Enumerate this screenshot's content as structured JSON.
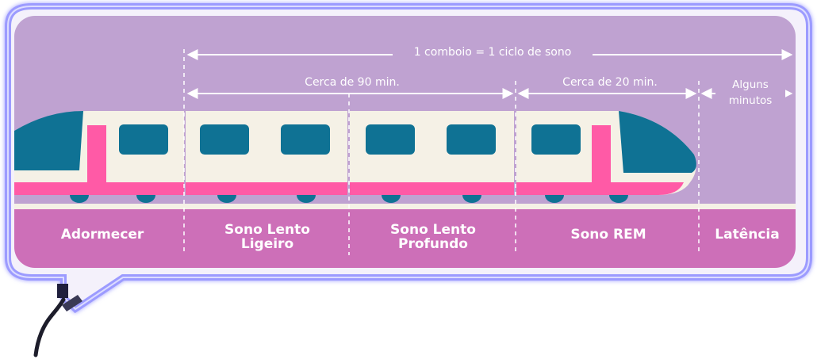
{
  "cycle_label": "1 comboio = 1 ciclo de sono",
  "durations": {
    "slow": "Cerca de 90 min.",
    "rem": "Cerca de 20 min.",
    "latency": "Alguns\nminutos"
  },
  "stages": [
    "Adormecer",
    "Sono Lento\nLigeiro",
    "Sono Lento\nProfundo",
    "Sono REM",
    "Latência"
  ],
  "colors": {
    "sky": "#bfa2d1",
    "ground": "#cd6fb8",
    "neon": "#9c9bff",
    "train_body": "#f5f1e6",
    "train_stripe": "#ff5aa6",
    "train_window": "#0f7294",
    "wheel": "#0f7294"
  }
}
